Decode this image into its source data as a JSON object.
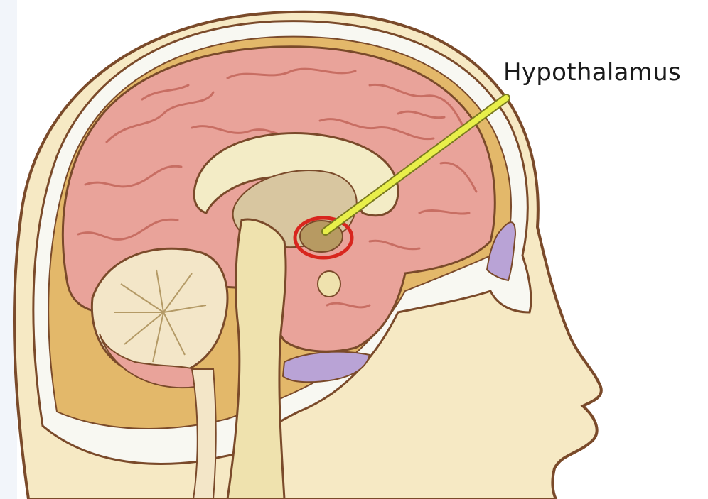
{
  "diagram": {
    "label": "Hypothalamus",
    "colors": {
      "skin": "#f6e9c4",
      "outline": "#7a4a2a",
      "skull": "#f8f8f2",
      "dura": "#e3b86a",
      "cortex": "#e9a39a",
      "cortex_dark": "#c86e63",
      "callosum": "#f3ecc6",
      "thalamus": "#d8c6a0",
      "cerebellum": "#f3e6c8",
      "brainstem": "#efe2ae",
      "sinus": "#b9a3d6",
      "pointer": "#e8ef4a",
      "highlight_ring": "#d8261e"
    },
    "parts": [
      "scalp",
      "skull",
      "cerebrum",
      "corpus-callosum",
      "thalamus",
      "hypothalamus",
      "cerebellum",
      "brainstem",
      "spinal-cord",
      "frontal-sinus",
      "sphenoid-sinus",
      "face-profile"
    ]
  }
}
